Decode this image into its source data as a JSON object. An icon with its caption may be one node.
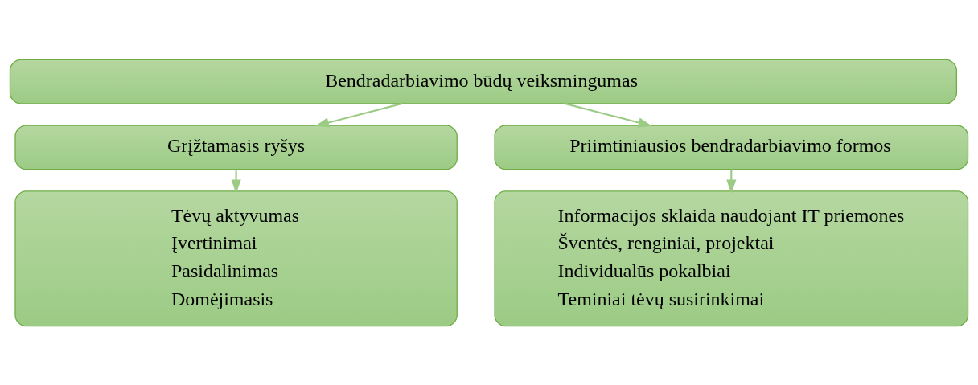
{
  "diagram": {
    "nodes": [
      {
        "text": [
          "Bendradarbiavimo būdų veiksmingumas"
        ]
      },
      {
        "text": [
          "Grįžtamasis ryšys"
        ]
      },
      {
        "text": [
          "Priimtiniausios bendradarbiavimo formos"
        ]
      },
      {
        "text": [
          "Tėvų aktyvumas",
          "Įvertinimai",
          "Pasidalinimas",
          "Domėjimasis"
        ]
      },
      {
        "text": [
          "Informacijos sklaida naudojant IT priemones",
          "Šventės, renginiai, projektai",
          "Individualūs pokalbiai",
          "Teminiai tėvų susirinkimai"
        ]
      }
    ],
    "edges": [
      {
        "from": 0,
        "to": 1,
        "arrow": "to"
      },
      {
        "from": 0,
        "to": 2,
        "arrow": "to"
      },
      {
        "from": 1,
        "to": 3,
        "arrow": "to"
      },
      {
        "from": 2,
        "to": 4,
        "arrow": "to"
      }
    ]
  }
}
